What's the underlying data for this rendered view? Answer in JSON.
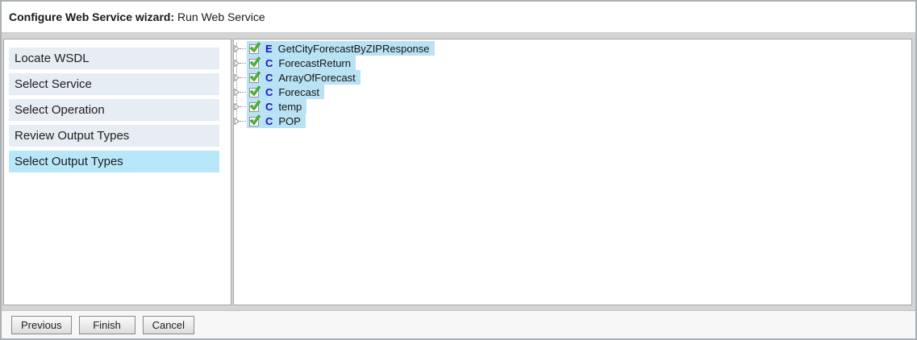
{
  "header": {
    "title_bold": "Configure Web Service wizard:",
    "title_normal": " Run Web Service"
  },
  "sidebar": {
    "items": [
      {
        "label": "Locate WSDL",
        "selected": false
      },
      {
        "label": "Select Service",
        "selected": false
      },
      {
        "label": "Select Operation",
        "selected": false
      },
      {
        "label": "Review Output Types",
        "selected": false
      },
      {
        "label": "Select Output Types",
        "selected": true
      }
    ]
  },
  "tree": {
    "items": [
      {
        "badge": "E",
        "label": "GetCityForecastByZIPResponse",
        "checked": true,
        "highlighted": true
      },
      {
        "badge": "C",
        "label": "ForecastReturn",
        "checked": true,
        "highlighted": true
      },
      {
        "badge": "C",
        "label": "ArrayOfForecast",
        "checked": true,
        "highlighted": true
      },
      {
        "badge": "C",
        "label": "Forecast",
        "checked": true,
        "highlighted": true
      },
      {
        "badge": "C",
        "label": "temp",
        "checked": true,
        "highlighted": true
      },
      {
        "badge": "C",
        "label": "POP",
        "checked": true,
        "highlighted": true
      }
    ]
  },
  "footer": {
    "buttons": [
      {
        "label": "Previous"
      },
      {
        "label": "Finish"
      },
      {
        "label": "Cancel"
      }
    ]
  },
  "colors": {
    "sidebar_item_bg": "#e7edf4",
    "sidebar_selected_bg": "#b9e7fa",
    "tree_highlight_bg": "#b9e2f4",
    "badge_blue": "#1414cd",
    "check_green": "#3cb521",
    "frame_border": "#aab0b4"
  }
}
